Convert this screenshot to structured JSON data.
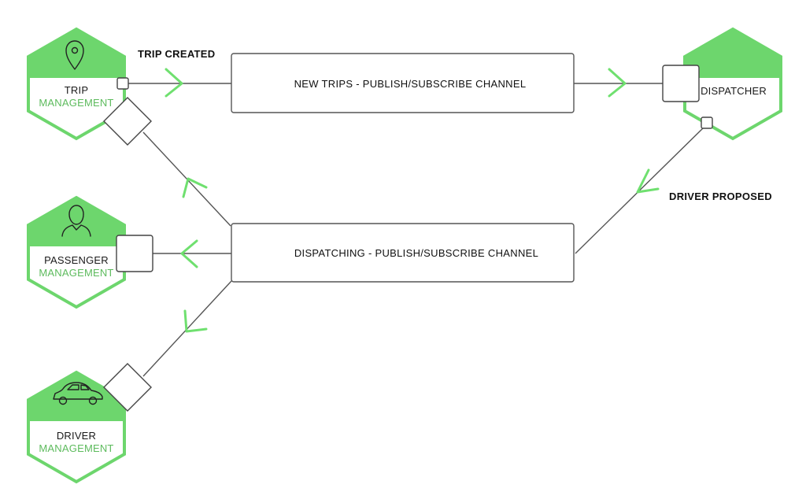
{
  "nodes": {
    "trip": {
      "line1": "TRIP",
      "line2": "MANAGEMENT",
      "icon": "map-pin-icon"
    },
    "passenger": {
      "line1": "PASSENGER",
      "line2": "MANAGEMENT",
      "icon": "person-icon"
    },
    "driver": {
      "line1": "DRIVER",
      "line2": "MANAGEMENT",
      "icon": "car-icon"
    },
    "dispatcher": {
      "line1": "DISPATCHER"
    }
  },
  "channels": {
    "new_trips": "NEW TRIPS - PUBLISH/SUBSCRIBE CHANNEL",
    "dispatching": "DISPATCHING - PUBLISH/SUBSCRIBE CHANNEL"
  },
  "events": {
    "trip_created": "TRIP CREATED",
    "driver_proposed": "DRIVER PROPOSED"
  },
  "colors": {
    "accent_green": "#6dd66d",
    "label_green": "#5dbb5d",
    "line_gray": "#555555",
    "text_dark": "#111111"
  }
}
